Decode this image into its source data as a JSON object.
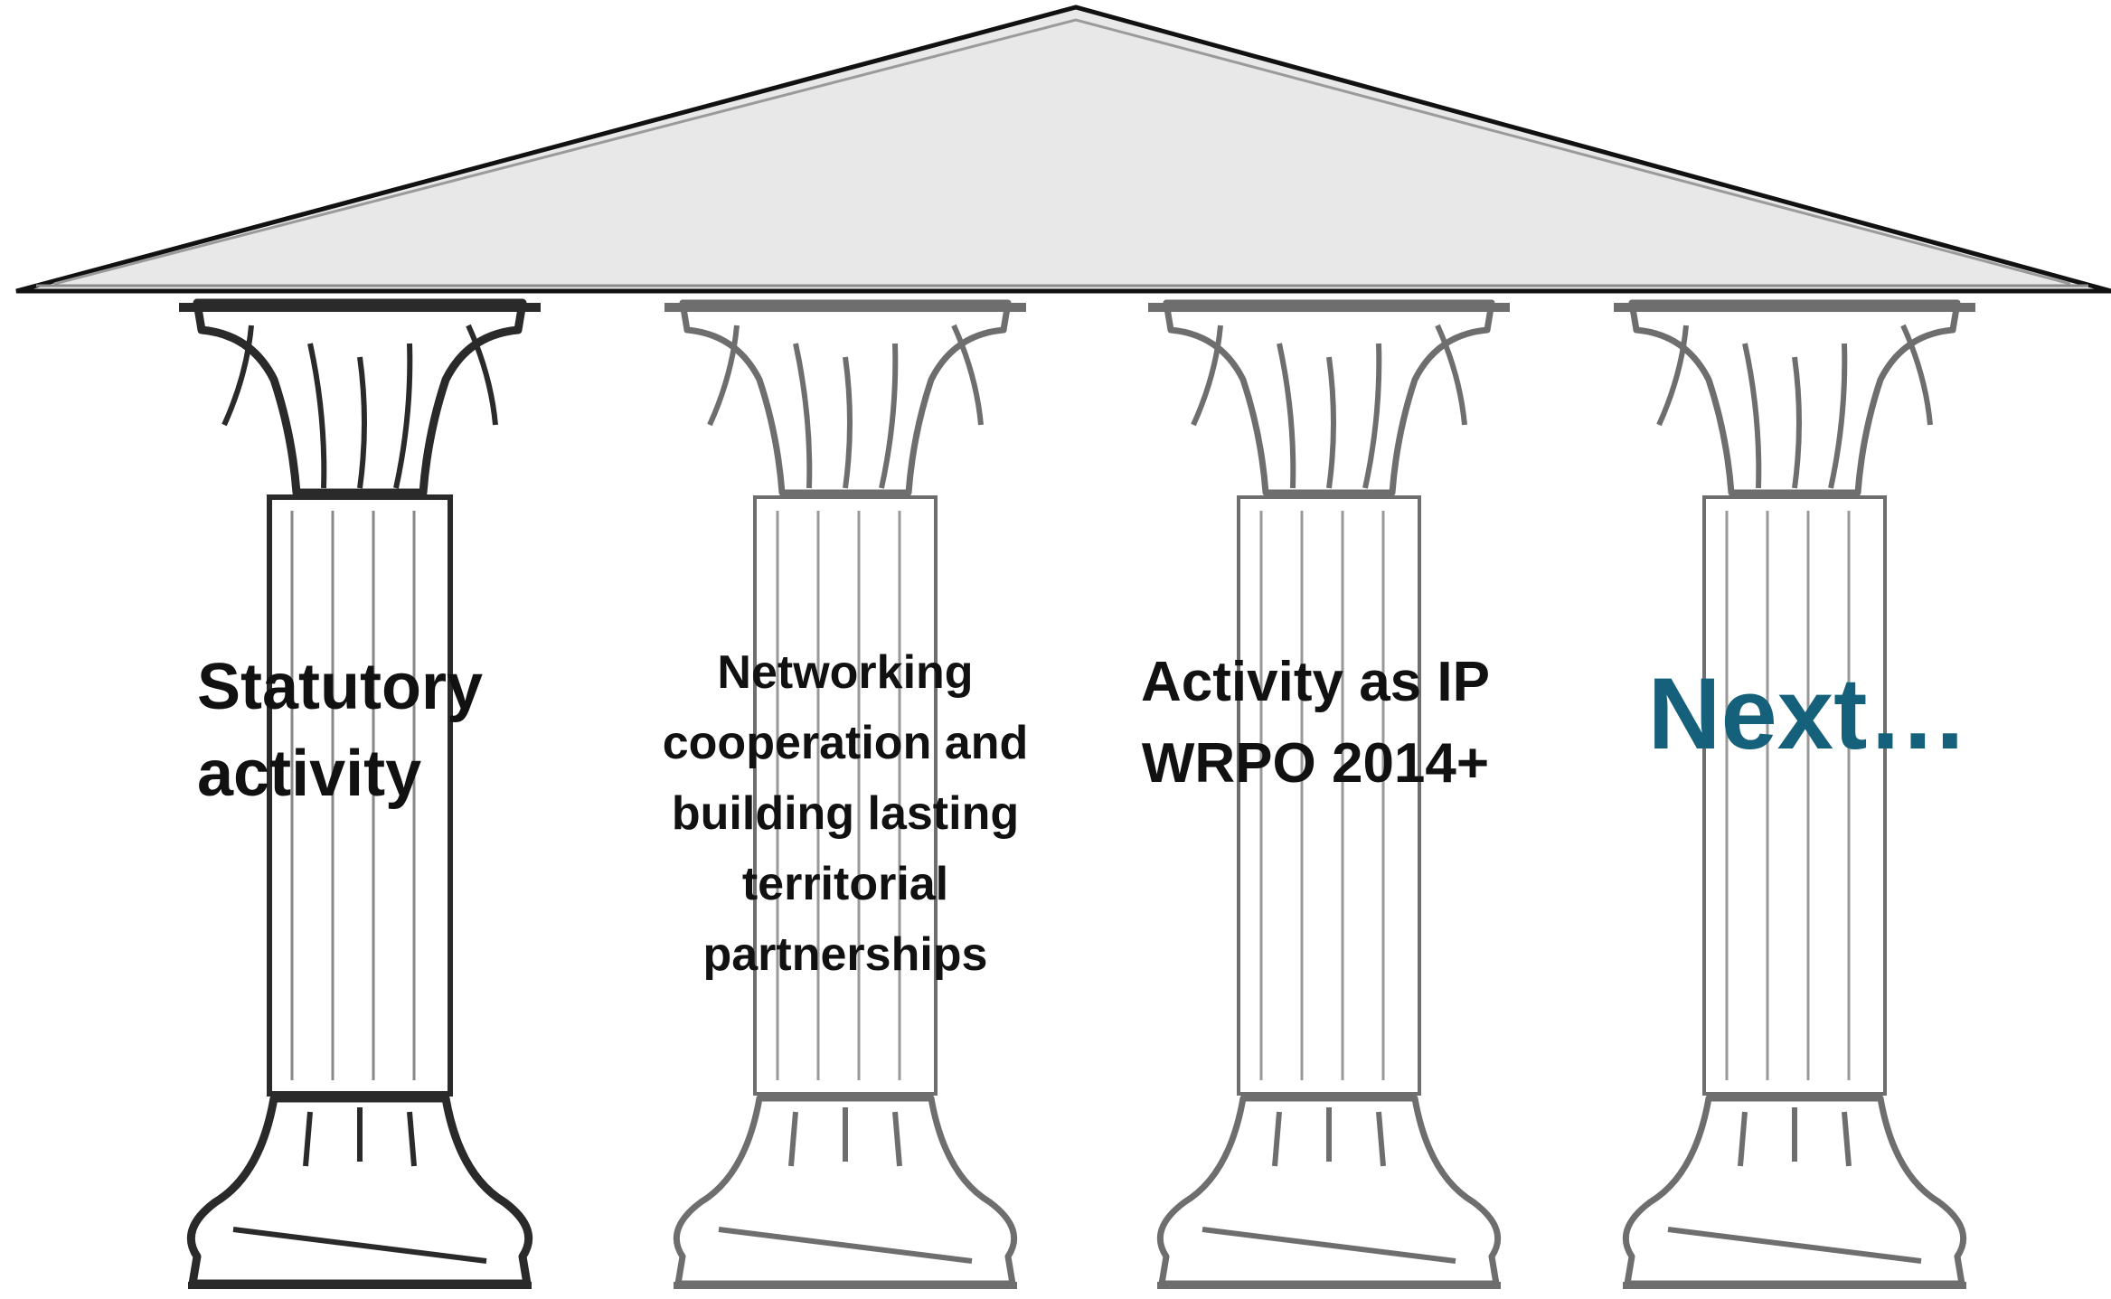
{
  "diagram": {
    "roof": {
      "fill": "#e8e8e8",
      "stroke": "#111111"
    },
    "pillars": [
      {
        "id": "pillar-statutory",
        "label": "Statutory\nactivity",
        "color": "#111111",
        "emphasis": "strong"
      },
      {
        "id": "pillar-networking",
        "label": "Networking\ncooperation and\nbuilding lasting\nterritorial\npartnerships",
        "color": "#111111",
        "emphasis": "faded"
      },
      {
        "id": "pillar-ip",
        "label": "Activity as IP\nWRPO 2014+",
        "color": "#111111",
        "emphasis": "faded"
      },
      {
        "id": "pillar-next",
        "label": "Next…",
        "color": "#15607a",
        "emphasis": "faded"
      }
    ]
  }
}
